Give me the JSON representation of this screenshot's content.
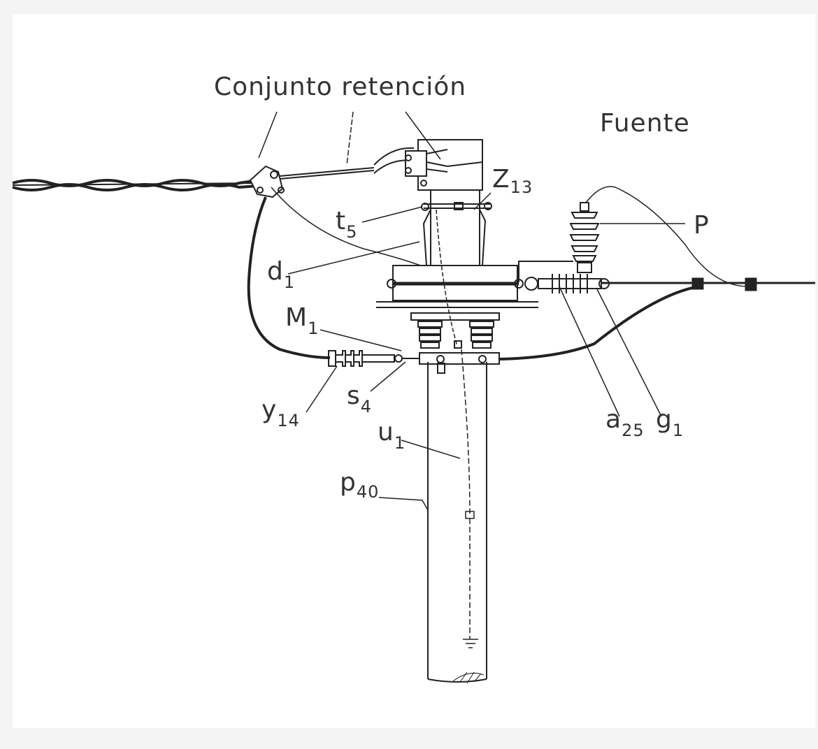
{
  "labels": {
    "conjunto": "Conjunto retención",
    "fuente": "Fuente",
    "z": {
      "base": "Z",
      "sub": "13"
    },
    "p": "P",
    "t": {
      "base": "t",
      "sub": "5"
    },
    "d": {
      "base": "d",
      "sub": "1"
    },
    "m": {
      "base": "M",
      "sub": "1"
    },
    "s": {
      "base": "s",
      "sub": "4"
    },
    "y": {
      "base": "y",
      "sub": "14"
    },
    "u": {
      "base": "u",
      "sub": "1"
    },
    "pp": {
      "base": "p",
      "sub": "40"
    },
    "a": {
      "base": "a",
      "sub": "25"
    },
    "g": {
      "base": "g",
      "sub": "1"
    }
  }
}
